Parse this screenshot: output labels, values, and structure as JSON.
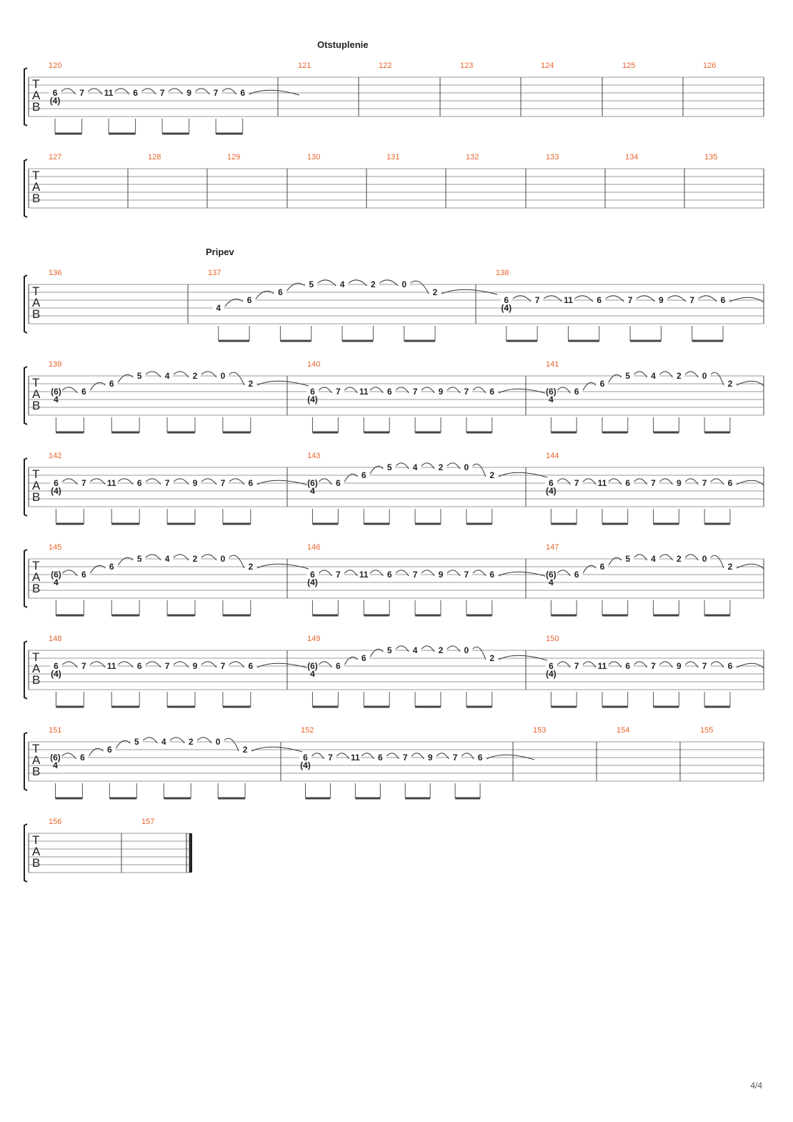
{
  "page_number": "4/4",
  "clef": [
    "T",
    "A",
    "B"
  ],
  "systems": [
    {
      "section": "Otstuplenie",
      "bars": [
        {
          "num": "120",
          "pattern": "A"
        },
        {
          "num": "121"
        },
        {
          "num": "122"
        },
        {
          "num": "123"
        },
        {
          "num": "124"
        },
        {
          "num": "125"
        },
        {
          "num": "126"
        }
      ]
    },
    {
      "bars": [
        {
          "num": "127"
        },
        {
          "num": "128"
        },
        {
          "num": "129"
        },
        {
          "num": "130"
        },
        {
          "num": "131"
        },
        {
          "num": "132"
        },
        {
          "num": "133"
        },
        {
          "num": "134"
        },
        {
          "num": "135"
        }
      ]
    },
    {
      "section": "Pripev",
      "bars": [
        {
          "num": "136"
        },
        {
          "num": "137",
          "pattern": "C"
        },
        {
          "num": "138",
          "pattern": "A"
        }
      ]
    },
    {
      "bars": [
        {
          "num": "139",
          "pattern": "B"
        },
        {
          "num": "140",
          "pattern": "A"
        },
        {
          "num": "141",
          "pattern": "B"
        }
      ]
    },
    {
      "bars": [
        {
          "num": "142",
          "pattern": "A"
        },
        {
          "num": "143",
          "pattern": "B"
        },
        {
          "num": "144",
          "pattern": "A"
        }
      ]
    },
    {
      "bars": [
        {
          "num": "145",
          "pattern": "B"
        },
        {
          "num": "146",
          "pattern": "A"
        },
        {
          "num": "147",
          "pattern": "B"
        }
      ]
    },
    {
      "bars": [
        {
          "num": "148",
          "pattern": "A"
        },
        {
          "num": "149",
          "pattern": "B"
        },
        {
          "num": "150",
          "pattern": "A"
        }
      ]
    },
    {
      "bars": [
        {
          "num": "151",
          "pattern": "B"
        },
        {
          "num": "152",
          "pattern": "A"
        },
        {
          "num": "153"
        },
        {
          "num": "154"
        },
        {
          "num": "155"
        }
      ]
    },
    {
      "final": true,
      "bars": [
        {
          "num": "156"
        },
        {
          "num": "157"
        }
      ]
    }
  ],
  "patterns": {
    "A": [
      {
        "s": 4,
        "t": "6",
        "s2": 5,
        "t2": "(4)"
      },
      {
        "s": 4,
        "t": "7"
      },
      {
        "s": 4,
        "t": "11"
      },
      {
        "s": 4,
        "t": "6"
      },
      {
        "s": 4,
        "t": "7"
      },
      {
        "s": 4,
        "t": "9"
      },
      {
        "s": 4,
        "t": "7"
      },
      {
        "s": 4,
        "t": "6"
      }
    ],
    "B": [
      {
        "s": 4,
        "t": "(6)",
        "s2": 5,
        "t2": "4"
      },
      {
        "s": 4,
        "t": "6"
      },
      {
        "s": 3,
        "t": "6"
      },
      {
        "s": 2,
        "t": "5"
      },
      {
        "s": 2,
        "t": "4"
      },
      {
        "s": 2,
        "t": "2"
      },
      {
        "s": 2,
        "t": "0"
      },
      {
        "s": 3,
        "t": "2"
      }
    ],
    "C": [
      {
        "s": 5,
        "t": "4"
      },
      {
        "s": 4,
        "t": "6"
      },
      {
        "s": 3,
        "t": "6"
      },
      {
        "s": 2,
        "t": "5"
      },
      {
        "s": 2,
        "t": "4"
      },
      {
        "s": 2,
        "t": "2"
      },
      {
        "s": 2,
        "t": "0"
      },
      {
        "s": 3,
        "t": "2"
      }
    ]
  }
}
